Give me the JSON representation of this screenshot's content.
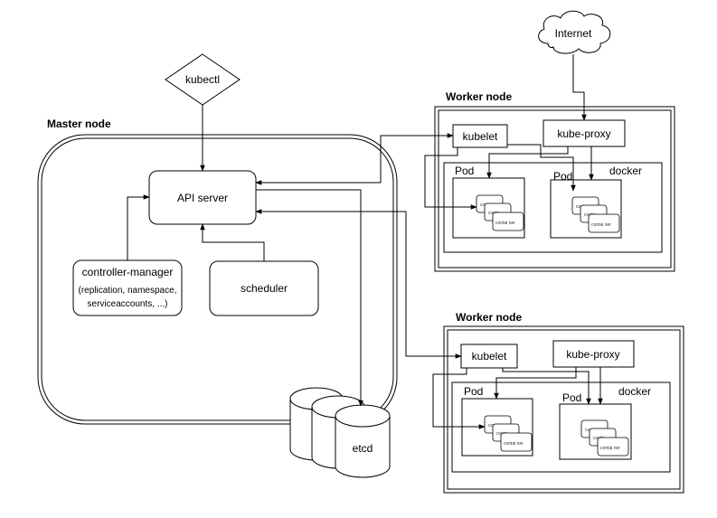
{
  "kubectl": {
    "label": "kubectl"
  },
  "internet": {
    "label": "Internet"
  },
  "master": {
    "title": "Master node",
    "api_server": "API server",
    "controller_manager": {
      "line1": "controller-manager",
      "line2": "(replication, namespace,",
      "line3": "serviceaccounts, ...)"
    },
    "scheduler": "scheduler",
    "etcd": "etcd"
  },
  "workers": [
    {
      "title": "Worker node",
      "kubelet": "kubelet",
      "kube_proxy": "kube-proxy",
      "docker": "docker",
      "pods": [
        {
          "label": "Pod",
          "container_labels": [
            "conta",
            "conta",
            "contai ner"
          ]
        },
        {
          "label": "Pod",
          "container_labels": [
            "conta",
            "conta",
            "contai ner"
          ]
        }
      ]
    },
    {
      "title": "Worker node",
      "kubelet": "kubelet",
      "kube_proxy": "kube-proxy",
      "docker": "docker",
      "pods": [
        {
          "label": "Pod",
          "container_labels": [
            "conta",
            "conta",
            "contai ner"
          ]
        },
        {
          "label": "Pod",
          "container_labels": [
            "conta",
            "conta",
            "contai ner"
          ]
        }
      ]
    }
  ]
}
